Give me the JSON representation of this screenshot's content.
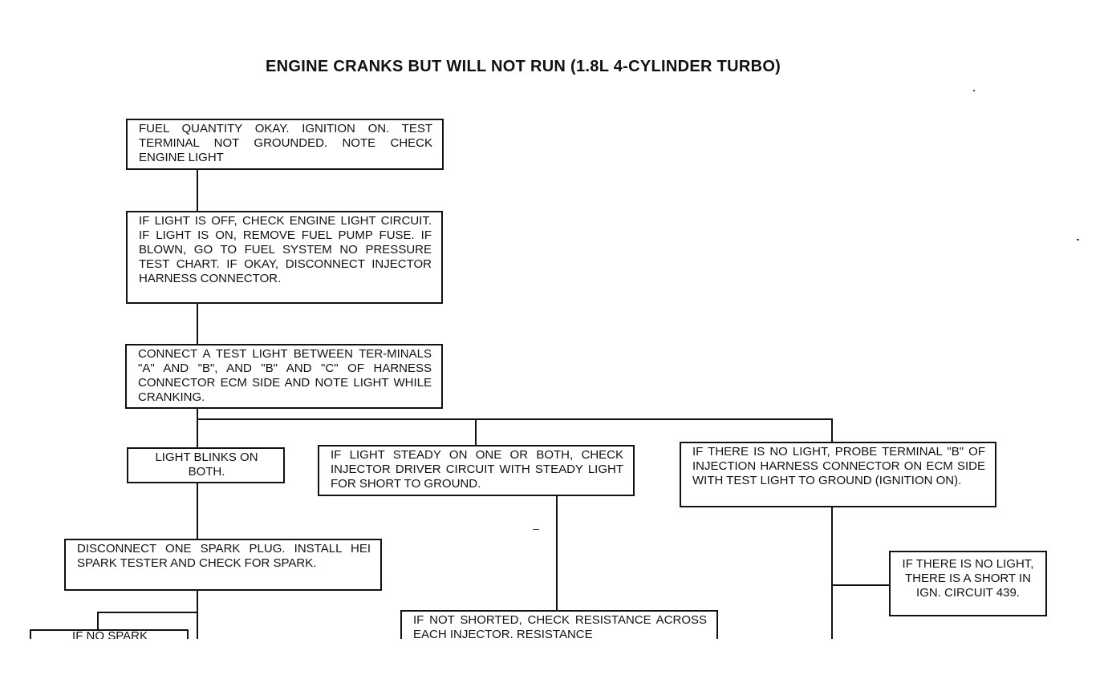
{
  "title": "ENGINE CRANKS BUT WILL NOT RUN (1.8L 4-CYLINDER TURBO)",
  "boxes": {
    "b1": "FUEL QUANTITY OKAY. IGNITION ON. TEST TERMINAL NOT GROUNDED. NOTE CHECK ENGINE LIGHT",
    "b2": "IF LIGHT IS OFF, CHECK ENGINE LIGHT CIRCUIT. IF LIGHT IS ON, REMOVE FUEL PUMP FUSE. IF BLOWN, GO TO FUEL SYSTEM NO PRESSURE TEST CHART. IF OKAY, DISCONNECT INJECTOR HARNESS CONNECTOR.",
    "b3": "CONNECT A TEST LIGHT BETWEEN TER-MINALS \"A\" AND \"B\", AND \"B\" AND \"C\" OF HARNESS CONNECTOR ECM SIDE AND NOTE LIGHT WHILE CRANKING.",
    "b4": "LIGHT BLINKS ON BOTH.",
    "b5": "IF LIGHT STEADY ON ONE OR BOTH, CHECK INJECTOR DRIVER CIRCUIT WITH STEADY LIGHT FOR SHORT TO GROUND.",
    "b6": "IF THERE IS NO LIGHT, PROBE TERMINAL \"B\" OF INJECTION HARNESS CONNECTOR ON ECM SIDE WITH TEST LIGHT TO GROUND (IGNITION ON).",
    "b7": "DISCONNECT ONE SPARK PLUG. INSTALL HEI SPARK TESTER AND CHECK FOR SPARK.",
    "b8": "IF THERE IS NO LIGHT, THERE IS A SHORT IN IGN. CIRCUIT 439.",
    "b9": "IF NOT SHORTED, CHECK RESISTANCE ACROSS EACH INJECTOR. RESISTANCE",
    "b10": "IF NO SPARK"
  }
}
